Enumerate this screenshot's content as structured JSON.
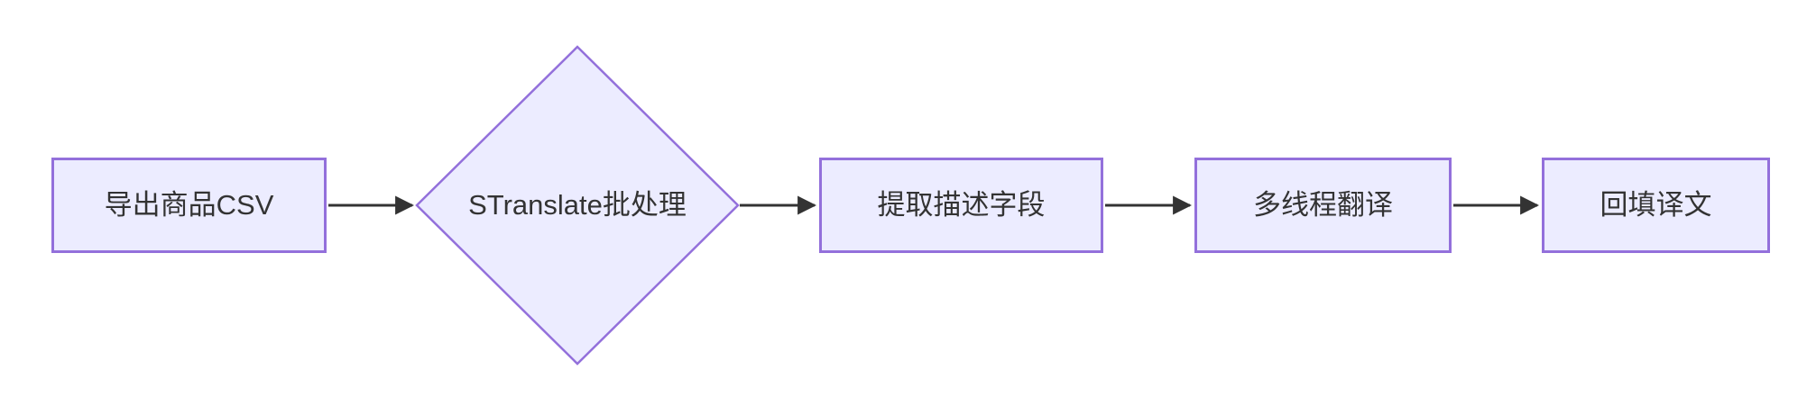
{
  "diagram": {
    "type": "flowchart",
    "direction": "left-to-right",
    "colors": {
      "background": "#ffffff",
      "node_fill": "#ECECFF",
      "node_border": "#9370DB",
      "label_text": "#333333",
      "edge": "#333333"
    },
    "nodes": [
      {
        "id": "export_csv",
        "shape": "rectangle",
        "label": "导出商品CSV"
      },
      {
        "id": "stranslate_batch",
        "shape": "diamond",
        "label": "STranslate批处理"
      },
      {
        "id": "extract_desc",
        "shape": "rectangle",
        "label": "提取描述字段"
      },
      {
        "id": "multithread_translate",
        "shape": "rectangle",
        "label": "多线程翻译"
      },
      {
        "id": "backfill_translation",
        "shape": "rectangle",
        "label": "回填译文"
      }
    ],
    "edges": [
      {
        "from": "export_csv",
        "to": "stranslate_batch"
      },
      {
        "from": "stranslate_batch",
        "to": "extract_desc"
      },
      {
        "from": "extract_desc",
        "to": "multithread_translate"
      },
      {
        "from": "multithread_translate",
        "to": "backfill_translation"
      }
    ]
  }
}
